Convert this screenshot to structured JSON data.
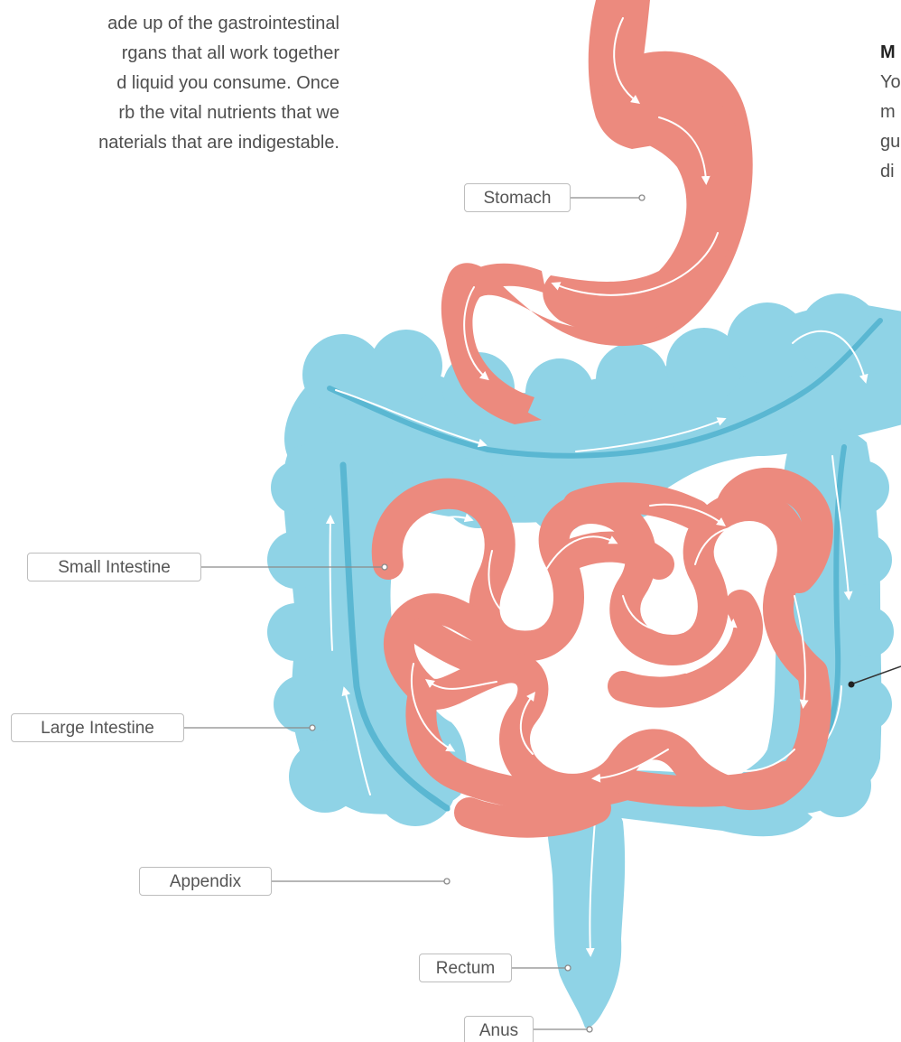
{
  "intro": {
    "lines": [
      "ade up of the gastrointestinal",
      "rgans that all work together",
      "d liquid you consume. Once",
      "rb the vital nutrients that we",
      "naterials that are indigestable."
    ]
  },
  "side_panel": {
    "heading": "M",
    "lines": [
      "Yo",
      "m",
      "gu",
      "di"
    ]
  },
  "labels": {
    "stomach": "Stomach",
    "small_intestine": "Small Intestine",
    "large_intestine": "Large Intestine",
    "appendix": "Appendix",
    "rectum": "Rectum",
    "anus": "Anus"
  },
  "colors": {
    "stomach_intestine": "#ec8a7e",
    "colon": "#8fd3e6",
    "colon_shade": "#5ab7d2",
    "label_border": "#bdbdbd",
    "leader_line": "#8a8a8a"
  }
}
